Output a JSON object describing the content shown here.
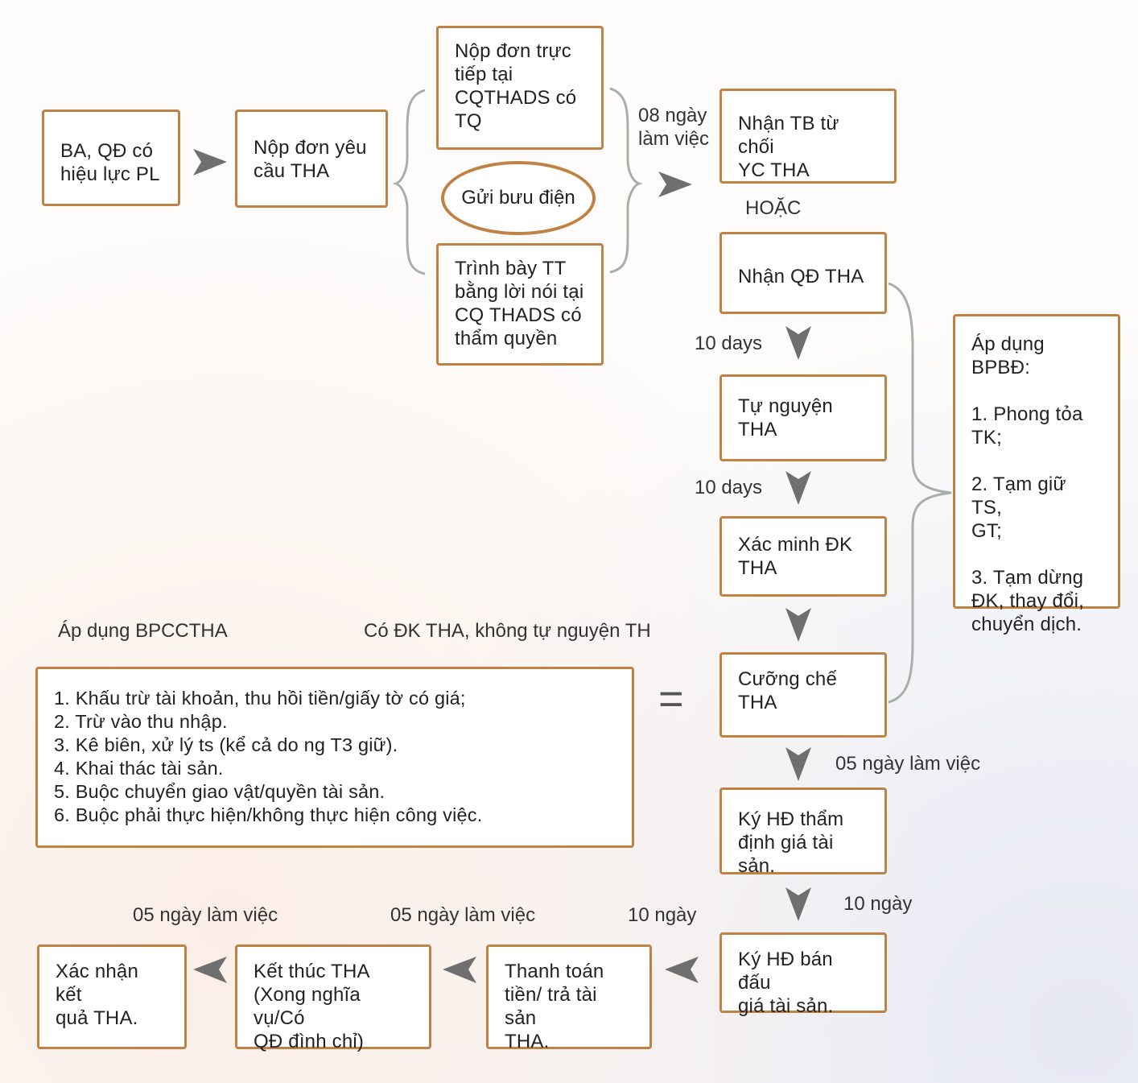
{
  "boxes": {
    "ba_qd": "BA, QĐ có\nhiệu lực PL",
    "nop_don": "Nộp đơn yêu\ncầu THA",
    "nop_truc_tiep": "Nộp đơn trực\ntiếp tại\nCQTHADS có\nTQ",
    "gui_buu_dien": "Gửi bưu điện",
    "trinh_bay": "Trình bày TT\nbằng lời nói tại\nCQ THADS có\nthẩm quyền",
    "nhan_tb": "Nhận TB từ chối\nYC THA",
    "nhan_qd": "Nhận QĐ THA",
    "tu_nguyen": "Tự nguyện\nTHA",
    "xac_minh": "Xác minh ĐK\nTHA",
    "cuong_che": "Cưỡng chế\nTHA",
    "ky_hd_tham_dinh": "Ký HĐ thẩm\nđịnh giá tài sản.",
    "ky_hd_ban": "Ký HĐ bán đấu\ngiá tài sản.",
    "thanh_toan": "Thanh toán\ntiền/ trả tài sản\nTHA.",
    "ket_thuc": "Kết thúc THA\n(Xong nghĩa vụ/Có\nQĐ đình chỉ)",
    "xac_nhan": "Xác nhận kết\nquả THA.",
    "bpbd": "Áp dụng BPBĐ:\n\n1. Phong tỏa\nTK;\n\n2. Tạm giữ TS,\nGT;\n\n3. Tạm dừng\nĐK, thay đổi,\nchuyển dịch.",
    "bpcc_list": "1. Khấu trừ tài khoản, thu hồi tiền/giấy tờ có giá;\n2. Trừ vào thu nhập.\n3. Kê biên, xử lý ts (kể cả do ng T3 giữ).\n4. Khai thác tài sản.\n5. Buộc chuyển giao vật/quyền tài sản.\n6. Buộc phải thực hiện/không thực hiện công việc."
  },
  "labels": {
    "ngay_08": "08 ngày\nlàm việc",
    "hoac": "HOẶC",
    "days_10_a": "10 days",
    "days_10_b": "10 days",
    "bpcctha": "Áp dụng BPCCTHA",
    "co_dk": "Có ĐK THA, không tự nguyện TH",
    "equals": "=",
    "ngay_05_lv": "05 ngày làm việc",
    "ngay_10_right": "10 ngày",
    "ngay_10_bottom": "10 ngày",
    "ngay_05_a": "05 ngày làm việc",
    "ngay_05_b": "05 ngày làm việc"
  },
  "colors": {
    "box_border": "#bf8144",
    "arrow": "#6f6f6f",
    "brace": "#a7afa7"
  }
}
